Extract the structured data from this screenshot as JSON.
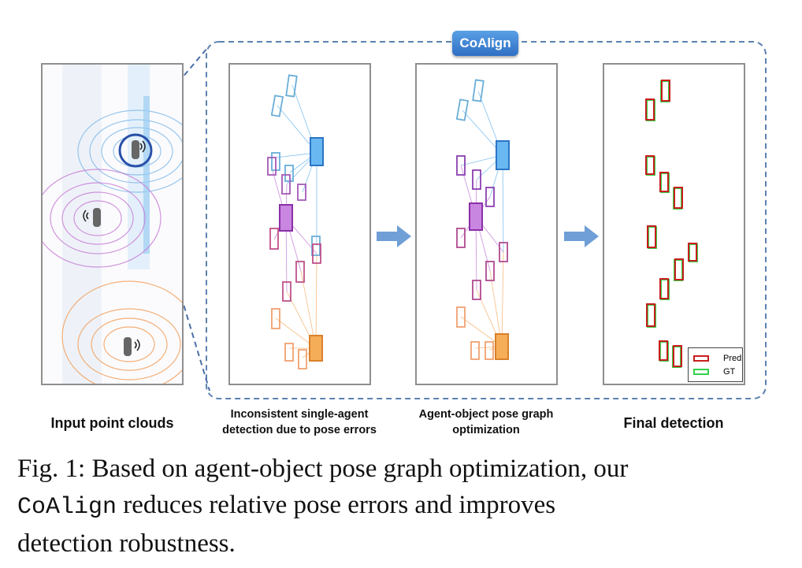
{
  "badge": {
    "label": "CoAlign"
  },
  "panels": {
    "input": {
      "caption": "Input point clouds"
    },
    "inconsistent": {
      "caption_line1": "Inconsistent single-agent",
      "caption_line2": "detection due to pose errors"
    },
    "optimized": {
      "caption_line1": "Agent-object pose graph",
      "caption_line2": "optimization"
    },
    "final": {
      "caption": "Final detection"
    }
  },
  "legend": {
    "pred_label": "Pred",
    "gt_label": "GT"
  },
  "colors": {
    "agent_blue": "#4aa8ec",
    "agent_purple": "#b25fd0",
    "agent_orange": "#f3a04b",
    "pred_red": "#c81e1e",
    "gt_green": "#35d14a",
    "frame_blue": "#5b82b0",
    "arrow_blue": "#6f9fd6"
  },
  "figure_caption": {
    "prefix": "Fig. 1: Based on agent-object pose graph optimization, our",
    "method_name": "CoAlign",
    "rest_line2": " reduces relative pose errors and improves",
    "line3": "detection robustness."
  }
}
